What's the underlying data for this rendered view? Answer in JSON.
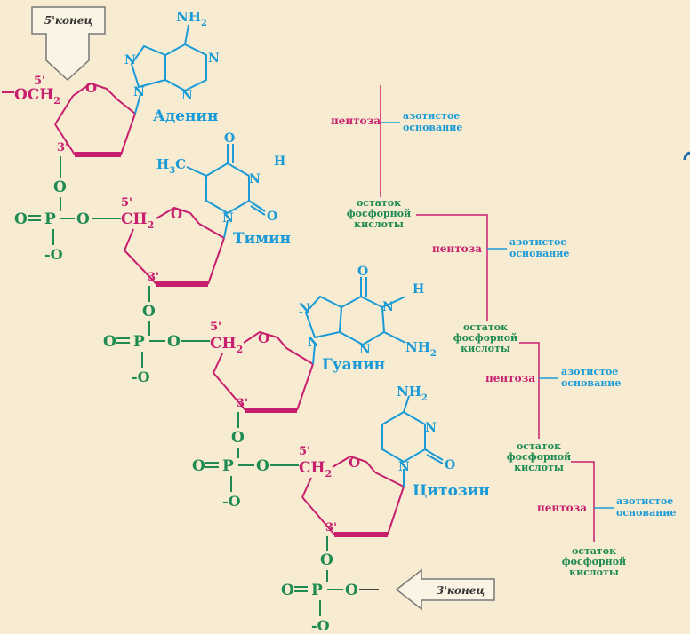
{
  "strand": {
    "end5_label": "5'конец",
    "end3_label": "3'конец",
    "prime5": "5'",
    "prime3": "3'",
    "och2": "OCH",
    "ch2": "CH",
    "sub2": "2",
    "o": "O",
    "p": "P",
    "o_minus": "-O",
    "o_double": "O"
  },
  "bases": {
    "adenine": "Аденин",
    "thymine": "Тимин",
    "guanine": "Гуанин",
    "cytosine": "Цитозин",
    "n": "N",
    "h": "H",
    "nh2": "NH",
    "h3c": "H",
    "h3c_c": "C",
    "h3c_sub": "3"
  },
  "scheme": {
    "pentose": "пентоза",
    "base_line1": "азотистое",
    "base_line2": "основание",
    "phosphate_line1": "остаток",
    "phosphate_line2": "фосфорной",
    "phosphate_line3": "кислоты"
  },
  "colors": {
    "background": "#f7ecd2",
    "phosphate_green": "#1f8a52",
    "sugar_magenta": "#c81e6e",
    "base_blue": "#1a9ad6"
  }
}
